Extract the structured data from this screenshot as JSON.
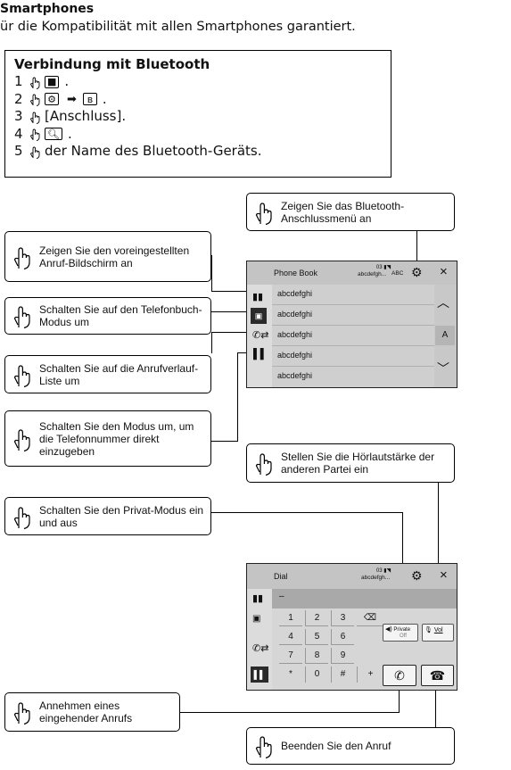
{
  "header": {
    "title": "Smartphones",
    "subtitle": "ür die Kompatibilität mit allen Smartphones garantiert."
  },
  "steps_box": {
    "title": "Verbindung mit Bluetooth",
    "steps": [
      {
        "num": "1",
        "text": "."
      },
      {
        "num": "2",
        "text": "."
      },
      {
        "num": "3",
        "text": "[Anschluss]."
      },
      {
        "num": "4",
        "text": "."
      },
      {
        "num": "5",
        "text": "der Name des Bluetooth-Geräts."
      }
    ]
  },
  "callouts": {
    "bt_menu": "Zeigen Sie das Bluetooth-Anschlussmenü an",
    "preset_call": "Zeigen Sie den voreingestellten Anruf-Bildschirm an",
    "phonebook_mode": "Schalten Sie auf den Telefonbuch-Modus um",
    "call_history": "Schalten Sie auf die Anrufverlauf-Liste um",
    "direct_input": "Schalten Sie den Modus um, um die Telefonnummer direkt einzugeben",
    "volume": "Stellen Sie die Hörlautstärke der anderen Partei ein",
    "private_mode": "Schalten Sie den Privat-Modus ein und aus",
    "answer_call": "Annehmen eines eingehender Anrufs",
    "end_call": "Beenden Sie den Anruf"
  },
  "phonebook_screen": {
    "title": "Phone Book",
    "status_top": "03",
    "device_name": "abcdefgh...",
    "abc_label": "ABC",
    "close": "×",
    "entries": [
      "abcdefghi",
      "abcdefghi",
      "abcdefghi",
      "abcdefghi",
      "abcdefghi"
    ],
    "index_letter": "A"
  },
  "dial_screen": {
    "title": "Dial",
    "status_top": "03",
    "device_name": "abcdefgh...",
    "close": "×",
    "input": "–",
    "keys": [
      "1",
      "2",
      "3",
      "4",
      "5",
      "6",
      "7",
      "8",
      "9",
      "*",
      "0",
      "#",
      "+"
    ],
    "private_label": "Private",
    "private_state": "Off",
    "vol_label": "Vol"
  }
}
